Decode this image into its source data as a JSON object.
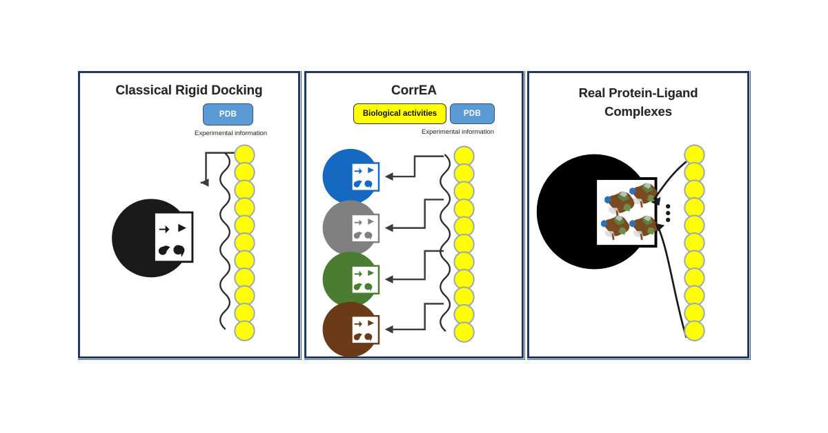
{
  "figure": {
    "background": "#ffffff",
    "panel_border_color": "#1F3864"
  },
  "panels": [
    {
      "id": "left",
      "title": "Classical Rigid Docking",
      "badges": [
        {
          "name": "pdb-badge",
          "label": "PDB",
          "fill": "#5B9BD5",
          "text_color": "#ffffff"
        }
      ],
      "caption": "Experimental information",
      "receptors": [
        {
          "name": "receptor-black",
          "color": "#1A1A1A"
        }
      ],
      "ligand_chain": {
        "count": 11,
        "color": "#FFFF00",
        "border": "#9AA7B8"
      },
      "arrows": 1
    },
    {
      "id": "middle",
      "title": "CorrEA",
      "badges": [
        {
          "name": "biological-activities-badge",
          "label": "Biological activities",
          "fill": "#FFFF00",
          "text_color": "#111111"
        },
        {
          "name": "pdb-badge",
          "label": "PDB",
          "fill": "#5B9BD5",
          "text_color": "#ffffff"
        }
      ],
      "caption": "Experimental information",
      "receptors": [
        {
          "name": "receptor-blue",
          "color": "#1569C0"
        },
        {
          "name": "receptor-gray",
          "color": "#808080"
        },
        {
          "name": "receptor-green",
          "color": "#4A7D32"
        },
        {
          "name": "receptor-brown",
          "color": "#6B3A16"
        }
      ],
      "ligand_chain": {
        "count": 11,
        "color": "#FFFF00",
        "border": "#9AA7B8"
      },
      "arrows": 4
    },
    {
      "id": "right",
      "title": "Real Protein-Ligand Complexes",
      "title_lines": [
        "Real Protein-Ligand",
        "Complexes"
      ],
      "badges": [],
      "caption": "",
      "receptors": [
        {
          "name": "receptor-black-large",
          "color": "#000000"
        }
      ],
      "complex_thumbnails": 4,
      "ligand_chain": {
        "count": 11,
        "color": "#FFFF00",
        "border": "#9AA7B8"
      },
      "ellipsis": "⋮",
      "arrows": 2
    }
  ]
}
